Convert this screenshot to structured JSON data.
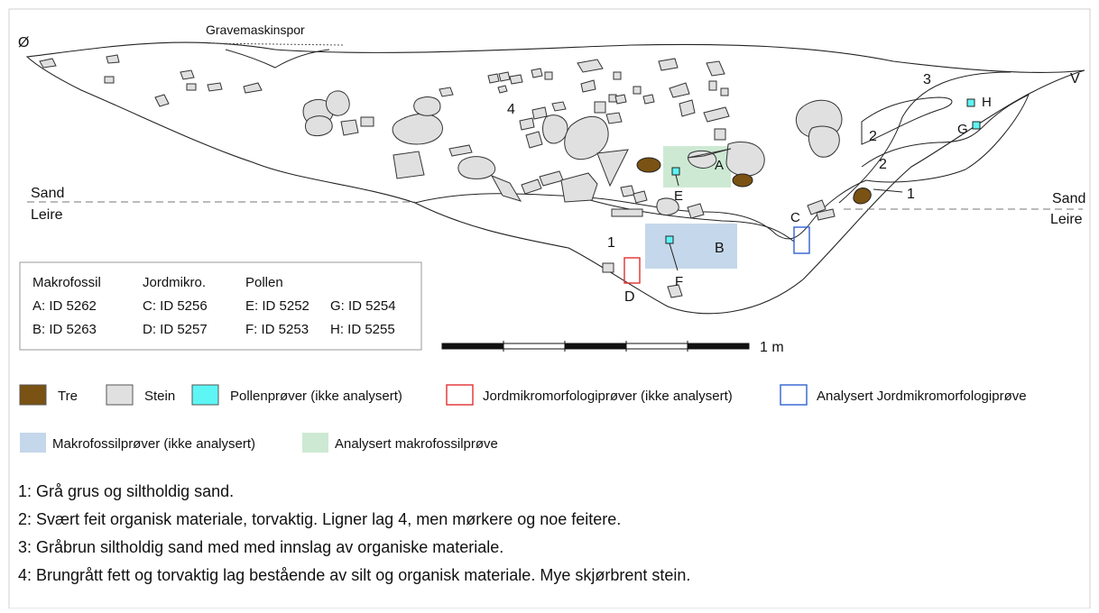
{
  "profile": {
    "label_east": "Ø",
    "label_west": "V",
    "label_gravemaskinspor": "Gravemaskinspor",
    "sand_left": "Sand",
    "leire_left": "Leire",
    "sand_right": "Sand",
    "leire_right": "Leire",
    "layer_labels": [
      "1",
      "1",
      "2",
      "2",
      "3",
      "4"
    ]
  },
  "samples": {
    "A": "A",
    "B": "B",
    "C": "C",
    "D": "D",
    "E": "E",
    "F": "F",
    "G": "G",
    "H": "H"
  },
  "id_table": {
    "headers": [
      "Makrofossil",
      "Jordmikro.",
      "Pollen"
    ],
    "rows": [
      [
        "A: ID 5262",
        "C: ID 5256",
        "E: ID 5252",
        "G: ID 5254"
      ],
      [
        "B: ID 5263",
        "D: ID 5257",
        "F: ID 5253",
        "H: ID 5255"
      ]
    ]
  },
  "scale": {
    "label": "1 m"
  },
  "legend": {
    "tre": "Tre",
    "stein": "Stein",
    "pollen": "Pollenprøver (ikke analysert)",
    "jordmikro": "Jordmikromorfologiprøver (ikke analysert)",
    "jordmikro_analysed": "Analysert Jordmikromorfologiprøve",
    "makro": "Makrofossilprøver (ikke analysert)",
    "makro_analysed": "Analysert makrofossilprøve"
  },
  "colors": {
    "tre": "#7a5213",
    "stein": "#e0e0e0",
    "pollen": "#5ef5f5",
    "jordmikro": "#e03030",
    "jordmikro_analysed": "#3060d0",
    "makro": "#c5d7ea",
    "makro_analysed": "#cde9d3"
  },
  "descriptions": [
    "1: Grå grus og siltholdig sand.",
    "2: Svært feit organisk materiale, torvaktig. Ligner lag 4, men mørkere og noe feitere.",
    "3: Gråbrun siltholdig sand med med innslag av organiske materiale.",
    "4: Brungrått fett og torvaktig lag bestående av silt og organisk materiale. Mye skjørbrent stein."
  ]
}
